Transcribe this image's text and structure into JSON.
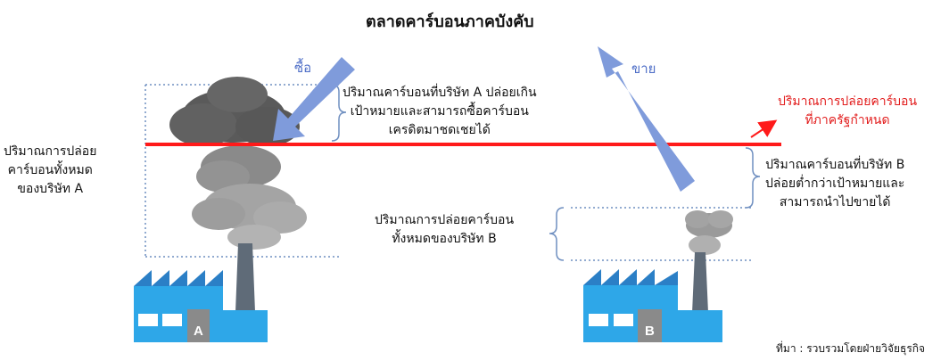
{
  "title": "ตลาดคาร์บอนภาคบังคับ",
  "buy_label": "ซื้อ",
  "sell_label": "ขาย",
  "company_a_excess_note": [
    "ปริมาณคาร์บอนที่บริษัท A ปล่อยเกิน",
    "เป้าหมายและสามารถซื้อคาร์บอน",
    "เครดิตมาชดเชยได้"
  ],
  "government_cap_label": [
    "ปริมาณการปล่อยคาร์บอน",
    "ที่ภาครัฐกำหนด"
  ],
  "company_a_total_label": [
    "ปริมาณการปล่อย",
    "คาร์บอนทั้งหมด",
    "ของบริษัท A"
  ],
  "company_b_surplus_note": [
    "ปริมาณคาร์บอนที่บริษัท B",
    "ปล่อยต่ำกว่าเป้าหมายและ",
    "สามารถนำไปขายได้"
  ],
  "company_b_total_label": [
    "ปริมาณการปล่อยคาร์บอน",
    "ทั้งหมดของบริษัท B"
  ],
  "factory_a_letter": "A",
  "factory_b_letter": "B",
  "source_note": "ที่มา : รวบรวมโดยฝ่ายวิจัยธุรกิจ",
  "colors": {
    "cap_line": "#ff1a1a",
    "arrow": "#7f9bdb",
    "bracket": "#6f8fc0",
    "factory": "#2ea7e8",
    "roof": "#2b7fc6",
    "chimney": "#5f6b78",
    "smoke_dark": "#5c5c5c",
    "smoke_light": "#9e9e9e"
  }
}
